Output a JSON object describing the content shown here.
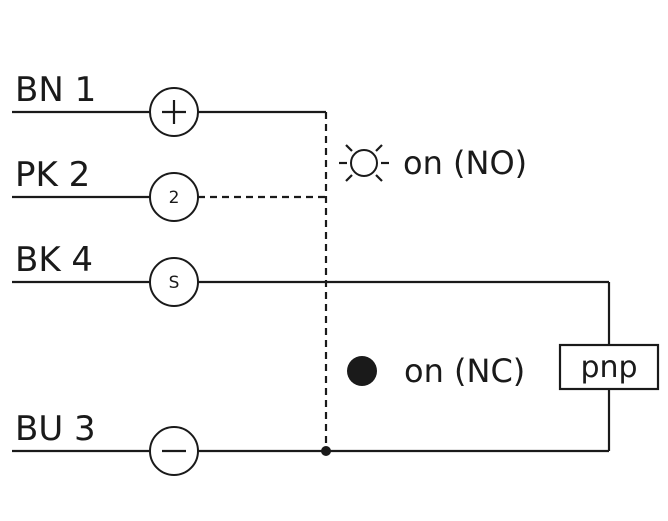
{
  "wires": {
    "bn1": "BN 1",
    "pk2": "PK 2",
    "bk4": "BK 4",
    "bu3": "BU 3"
  },
  "nodes": {
    "pin2": "2",
    "switch": "S"
  },
  "indicators": {
    "no_label": "on (NO)",
    "nc_label": "on (NC)"
  },
  "output_box": {
    "label": "pnp"
  }
}
